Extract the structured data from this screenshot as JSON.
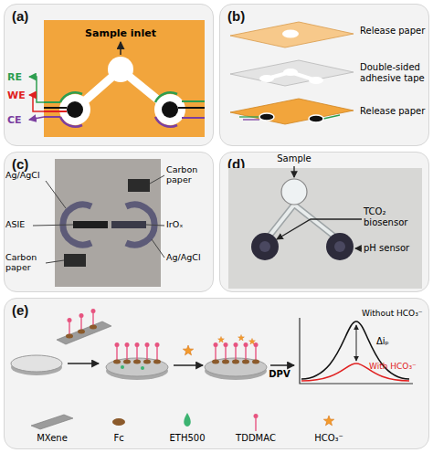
{
  "diagram": {
    "nodes": [
      {
        "text": [
          "(a)"
        ]
      },
      {
        "text": [
          "(b)"
        ]
      },
      {
        "text": [
          "(c)"
        ]
      },
      {
        "text": [
          "(d)"
        ]
      },
      {
        "text": [
          "(e)"
        ]
      }
    ],
    "labels": [
      "Sample inlet",
      "RE",
      "WE",
      "CE",
      "Release paper",
      "Double-sided adhesive tape",
      "Release paper",
      "Ag/AgCl",
      "ASIE",
      "Carbon paper",
      "Carbon paper",
      "IrOₓ",
      "Ag/AgCl",
      "Sample",
      "TCO₂ biosensor",
      "pH sensor",
      "DPV",
      "Without HCO₃⁻",
      "With HCO₃⁻",
      "Δiₚ"
    ],
    "legend": [
      {
        "text": "MXene"
      },
      {
        "text": "Fc"
      },
      {
        "text": "ETH500"
      },
      {
        "text": "TDDMAC"
      },
      {
        "text": "HCO₃⁻"
      }
    ]
  }
}
